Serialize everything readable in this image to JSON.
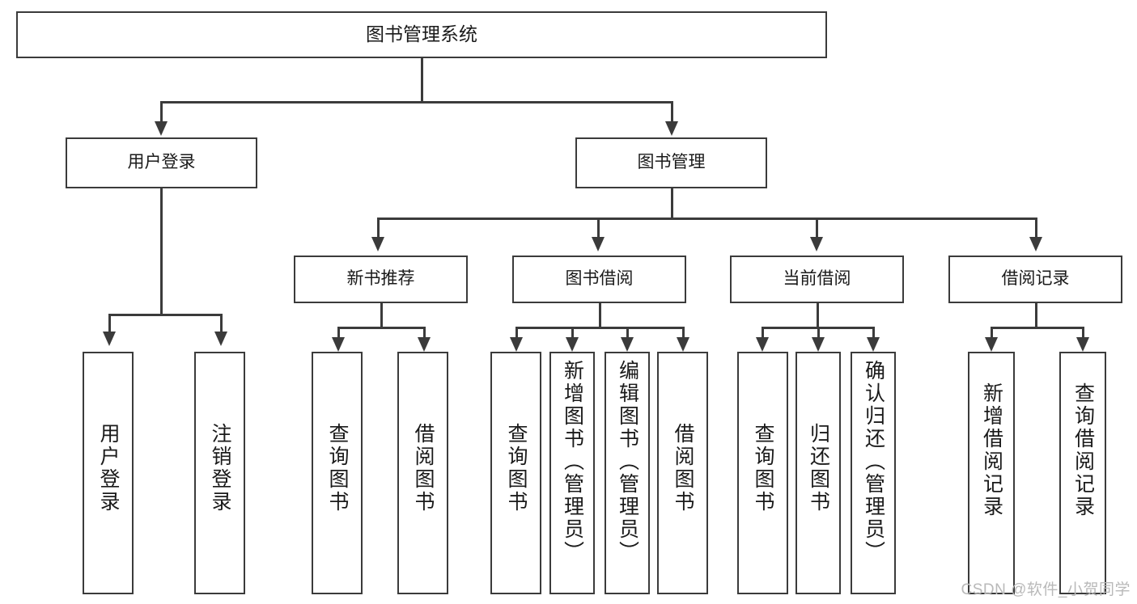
{
  "diagram": {
    "type": "tree",
    "title": "图书管理系统",
    "root": {
      "label": "图书管理系统"
    },
    "level2": [
      {
        "label": "用户登录"
      },
      {
        "label": "图书管理"
      }
    ],
    "level3": [
      {
        "label": "新书推荐"
      },
      {
        "label": "图书借阅"
      },
      {
        "label": "当前借阅"
      },
      {
        "label": "借阅记录"
      }
    ],
    "leaves": {
      "user_login": [
        {
          "label": "用户登录"
        },
        {
          "label": "注销登录"
        }
      ],
      "new_book": [
        {
          "label": "查询图书"
        },
        {
          "label": "借阅图书"
        }
      ],
      "borrow": [
        {
          "label": "查询图书"
        },
        {
          "label": "新增图书（管理员）"
        },
        {
          "label": "编辑图书（管理员）"
        },
        {
          "label": "借阅图书"
        }
      ],
      "current": [
        {
          "label": "查询图书"
        },
        {
          "label": "归还图书"
        },
        {
          "label": "确认归还（管理员）"
        }
      ],
      "records": [
        {
          "label": "新增借阅记录"
        },
        {
          "label": "查询借阅记录"
        }
      ]
    }
  },
  "watermark": {
    "text": "CSDN @软件_小贺同学"
  },
  "colors": {
    "stroke": "#3b3b3b",
    "fill": "#ffffff",
    "text": "#1a1a1a",
    "watermark": "#b9b9b9"
  }
}
